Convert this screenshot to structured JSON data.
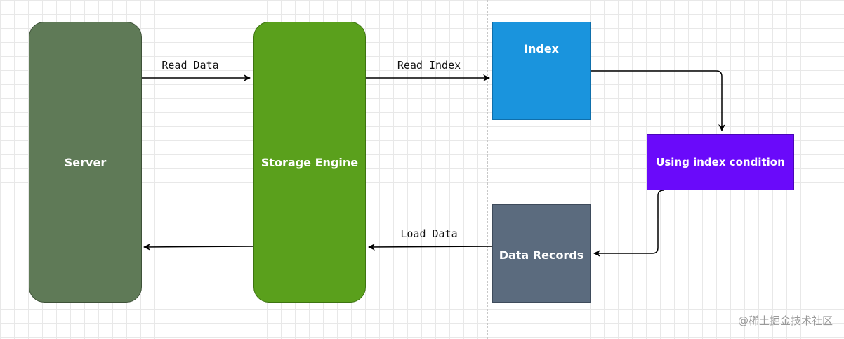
{
  "nodes": {
    "server": "Server",
    "storage_engine": "Storage Engine",
    "index": "Index",
    "index_condition": "Using index condition",
    "data_records": "Data Records"
  },
  "edges": {
    "read_data": "Read Data",
    "read_index": "Read Index",
    "load_data": "Load Data"
  },
  "watermark": "@稀土掘金技术社区",
  "colors": {
    "server": "#5f7a57",
    "storage_engine": "#5aa01c",
    "index": "#1a94dd",
    "index_condition": "#6a0afa",
    "data_records": "#5b6b7e"
  }
}
